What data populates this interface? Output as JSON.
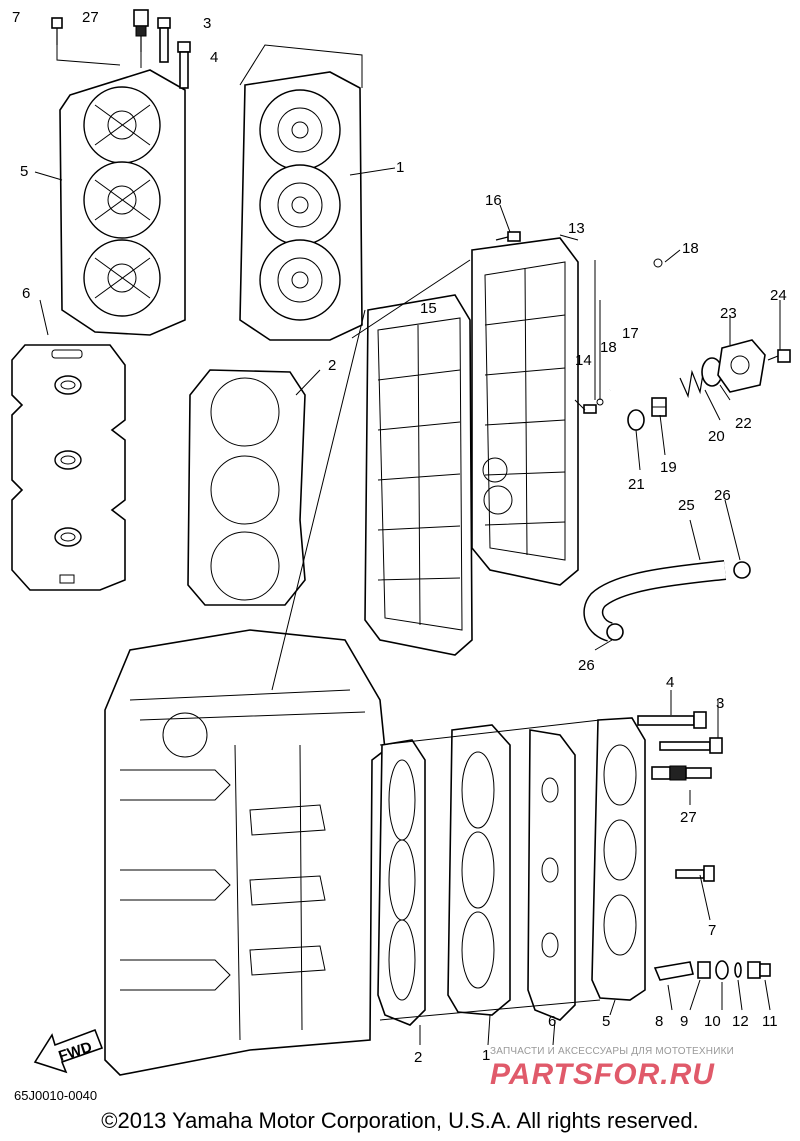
{
  "drawing_code": "65J0010-0040",
  "copyright": "©2013 Yamaha Motor Corporation, U.S.A. All rights reserved.",
  "fwd_label": "FWD",
  "watermark": {
    "tagline": "ЗАПЧАСТИ И АКСЕССУАРЫ ДЛЯ МОТОТЕХНИКИ",
    "logo": "PARTSFOR.RU"
  },
  "callouts": {
    "c7_top": "7",
    "c27_top": "27",
    "c3_top": "3",
    "c4_top": "4",
    "c5_top": "5",
    "c1_top": "1",
    "c6_left": "6",
    "c2_mid": "2",
    "c16": "16",
    "c13": "13",
    "c18_top": "18",
    "c15": "15",
    "c14": "14",
    "c18_mid": "18",
    "c17": "17",
    "c23": "23",
    "c24": "24",
    "c22": "22",
    "c20": "20",
    "c19": "19",
    "c21": "21",
    "c25": "25",
    "c26_right": "26",
    "c26_low": "26",
    "c4_low": "4",
    "c3_low": "3",
    "c27_low": "27",
    "c7_low": "7",
    "c8": "8",
    "c9": "9",
    "c10": "10",
    "c12": "12",
    "c11": "11",
    "c6_low": "6",
    "c5_low": "5",
    "c1_low": "1",
    "c2_low": "2"
  }
}
